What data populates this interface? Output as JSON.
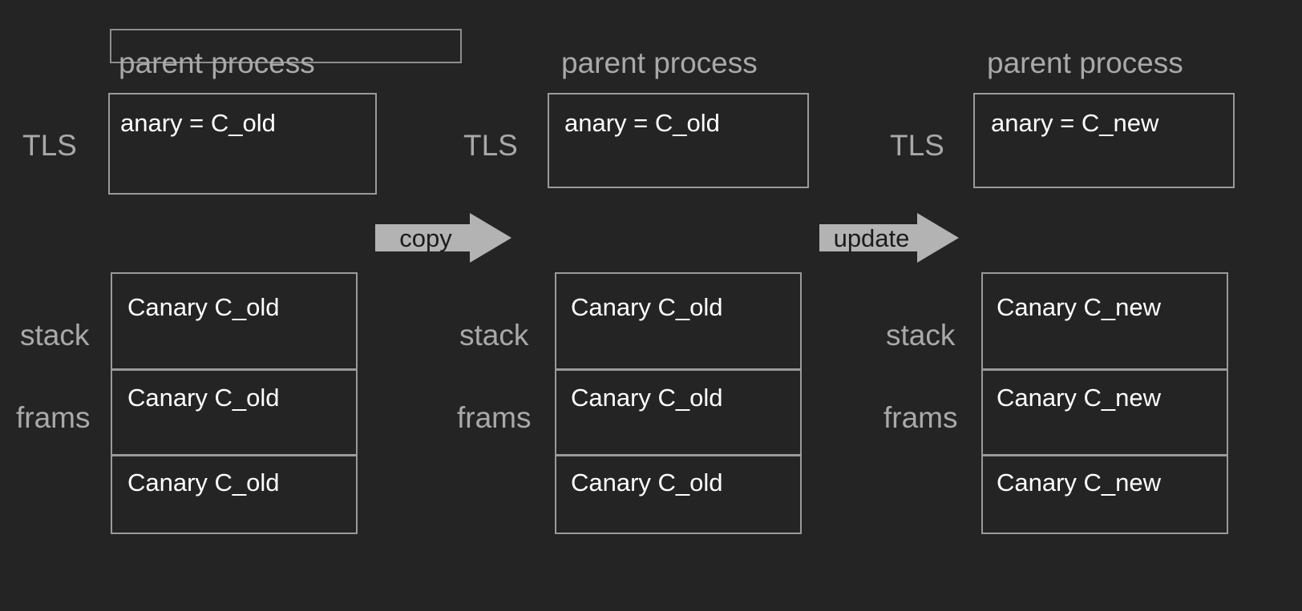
{
  "diagram": {
    "title_hidden": "",
    "background_color": "#242424",
    "outline_color": "#9a9a9a",
    "label_color": "#a9a9a9",
    "value_color": "#ffffff",
    "arrow_fill": "#b3b3b3",
    "arrow_text_color": "#1b1b1b"
  },
  "panels": [
    {
      "id": "panel-1",
      "process_label": "parent process",
      "tls_label": "TLS",
      "tls_value": "anary = C_old",
      "stack_label_line1": "stack",
      "stack_label_line2": "frams",
      "frames": [
        "Canary C_old",
        "Canary C_old",
        "Canary C_old"
      ]
    },
    {
      "id": "panel-2",
      "process_label": "parent process",
      "tls_label": "TLS",
      "tls_value": "anary = C_old",
      "stack_label_line1": "stack",
      "stack_label_line2": "frams",
      "frames": [
        "Canary C_old",
        "Canary C_old",
        "Canary C_old"
      ]
    },
    {
      "id": "panel-3",
      "process_label": "parent process",
      "tls_label": "TLS",
      "tls_value": "anary = C_new",
      "stack_label_line1": "stack",
      "stack_label_line2": "frams",
      "frames": [
        "Canary C_new",
        "Canary C_new",
        "Canary C_new"
      ]
    }
  ],
  "arrows": [
    {
      "id": "arrow-copy",
      "label": "copy"
    },
    {
      "id": "arrow-update",
      "label": "update"
    }
  ]
}
